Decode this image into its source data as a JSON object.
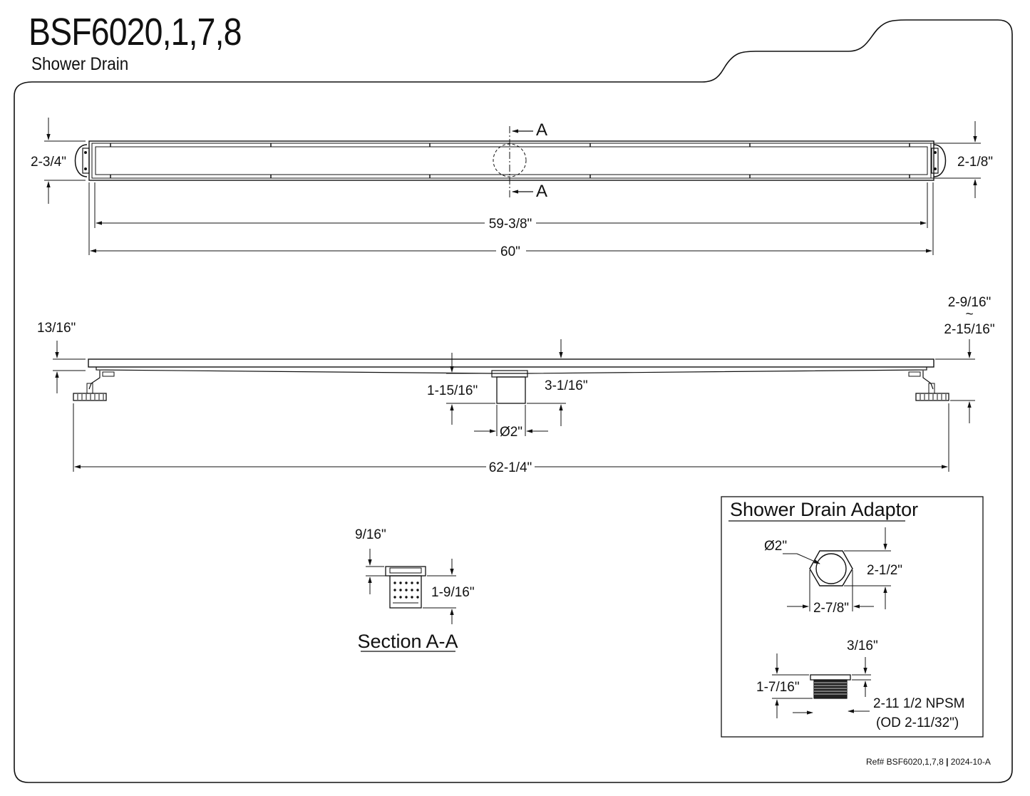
{
  "header": {
    "model": "BSF6020,1,7,8",
    "product": "Shower Drain"
  },
  "top_view": {
    "section_mark": "A",
    "width_left": "2-3/4\"",
    "width_right": "2-1/8\"",
    "grate_length": "59-3/8\"",
    "overall_length": "60\""
  },
  "side_view": {
    "height_left": "13/16\"",
    "height_right_min": "2-9/16\"",
    "height_range_symbol": "~",
    "height_right_max": "2-15/16\"",
    "outlet_offset": "1-15/16\"",
    "outlet_depth": "3-1/16\"",
    "outlet_diameter": "Ø2\"",
    "overall_span": "62-1/4\""
  },
  "section": {
    "top_dim": "9/16\"",
    "height_dim": "1-9/16\"",
    "label": "Section A-A"
  },
  "adaptor": {
    "title": "Shower Drain Adaptor",
    "diameter": "Ø2\"",
    "height": "2-1/2\"",
    "width": "2-7/8\"",
    "flange": "3/16\"",
    "length": "1-7/16\"",
    "thread": "2-11 1/2 NPSM",
    "od": "(OD 2-11/32\")"
  },
  "footer": {
    "ref_label": "Ref# BSF6020,1,7,8",
    "separator": "|",
    "revision": "2024-10-A"
  }
}
